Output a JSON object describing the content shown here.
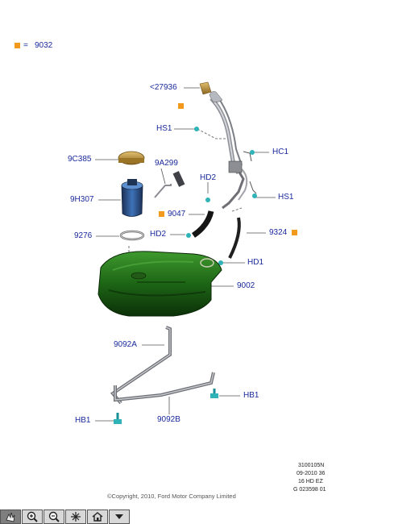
{
  "legend": {
    "equals": "=",
    "part": "9032"
  },
  "labels": {
    "p27936": "<27936",
    "hs1_top": "HS1",
    "hc1": "HC1",
    "p9c385": "9C385",
    "p9a299": "9A299",
    "hd2_top": "HD2",
    "hs1_right": "HS1",
    "p9h307": "9H307",
    "p9047": "9047",
    "p9276": "9276",
    "hd2_left": "HD2",
    "p9324": "9324",
    "hd1": "HD1",
    "p9002": "9002",
    "p9092a": "9092A",
    "hb1_right": "HB1",
    "hb1_left": "HB1",
    "p9092b": "9092B"
  },
  "info": {
    "line1": "3100105N",
    "line2": "09-2010 36",
    "line3": "16 HD EZ",
    "line4": "G 023598 01"
  },
  "copyright": "©Copyright, 2010, Ford Motor Company Limited",
  "toolbar": [
    "pan-icon",
    "zoom-in-icon",
    "zoom-out-icon",
    "fit-icon",
    "home-icon",
    "menu-down-icon"
  ],
  "colors": {
    "label": "#1a2a9c",
    "marker": "#f29a1e",
    "tank": "#1f6b1a",
    "pump": "#2a4f8c",
    "cap": "#c9a04a"
  }
}
